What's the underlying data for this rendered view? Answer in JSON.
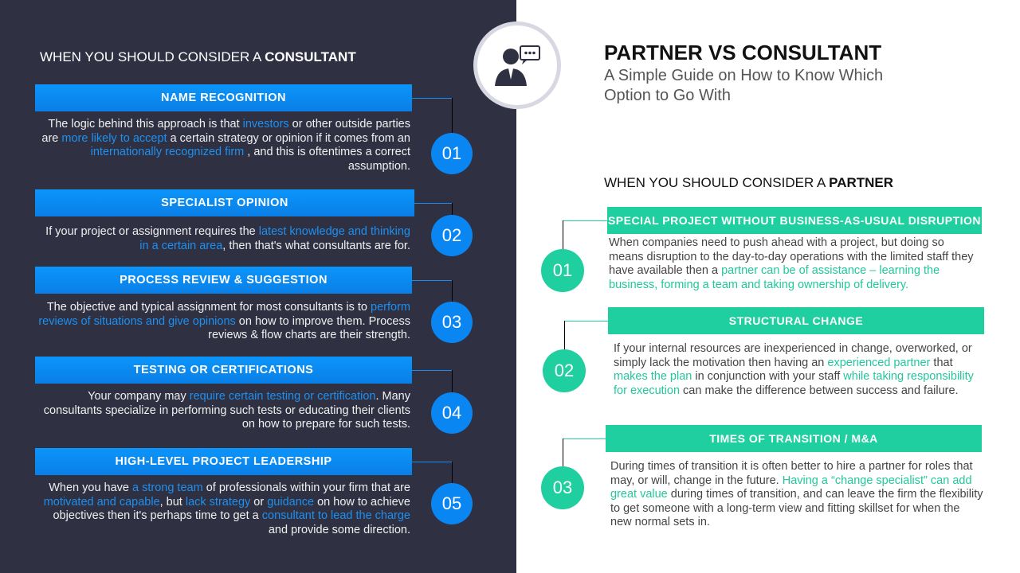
{
  "left": {
    "heading_prefix": "WHEN YOU SHOULD CONSIDER A ",
    "heading_bold": "CONSULTANT",
    "items": [
      {
        "num": "01",
        "title": "NAME RECOGNITION",
        "text": [
          {
            "t": "The logic behind this approach is that "
          },
          {
            "t": "investors",
            "hl": 1
          },
          {
            "t": " or other outside parties are "
          },
          {
            "t": "more likely to accept",
            "hl": 1
          },
          {
            "t": " a certain strategy or opinion if it comes from an "
          },
          {
            "t": "internationally recognized firm",
            "hl": 1
          },
          {
            "t": " , and this is oftentimes a correct assumption."
          }
        ]
      },
      {
        "num": "02",
        "title": "SPECIALIST OPINION",
        "text": [
          {
            "t": "If your project or assignment requires the "
          },
          {
            "t": "latest knowledge and thinking in a certain area",
            "hl": 1
          },
          {
            "t": ", then that's what consultants are for."
          }
        ]
      },
      {
        "num": "03",
        "title": "PROCESS REVIEW & SUGGESTION",
        "text": [
          {
            "t": "The objective and typical assignment for most consultants is to "
          },
          {
            "t": "perform reviews of situations and give opinions",
            "hl": 1
          },
          {
            "t": " on how to improve them.  Process reviews & flow charts are their strength."
          }
        ]
      },
      {
        "num": "04",
        "title": "TESTING OR CERTIFICATIONS",
        "text": [
          {
            "t": "Your company may "
          },
          {
            "t": "require certain testing or certification",
            "hl": 1
          },
          {
            "t": ". Many consultants specialize in performing such tests or educating their clients on how to prepare for such tests."
          }
        ]
      },
      {
        "num": "05",
        "title": "HIGH-LEVEL PROJECT LEADERSHIP",
        "text": [
          {
            "t": "When you have "
          },
          {
            "t": "a strong team",
            "hl": 1
          },
          {
            "t": " of professionals within your firm that are "
          },
          {
            "t": "motivated and capable",
            "hl": 1
          },
          {
            "t": ", but "
          },
          {
            "t": "lack strategy",
            "hl": 1
          },
          {
            "t": " or "
          },
          {
            "t": "guidance",
            "hl": 1
          },
          {
            "t": " on how to achieve objectives then it's perhaps time to get a "
          },
          {
            "t": "consultant to lead the charge",
            "hl": 1
          },
          {
            "t": " and provide some direction."
          }
        ]
      }
    ]
  },
  "header": {
    "title": "PARTNER VS CONSULTANT",
    "subtitle": "A Simple Guide on How to Know Which Option to Go With",
    "icon": "consultant-chat-icon"
  },
  "right": {
    "heading_prefix": "WHEN YOU SHOULD CONSIDER A ",
    "heading_bold": "PARTNER",
    "items": [
      {
        "num": "01",
        "title": "SPECIAL PROJECT WITHOUT BUSINESS-AS-USUAL DISRUPTION",
        "text": [
          {
            "t": "When companies need to push ahead with a project, but doing so means disruption to the day-to-day operations with the limited staff they have available then a "
          },
          {
            "t": "partner can be of assistance – learning the business, forming a team and taking ownership of delivery.",
            "hl": 1
          }
        ]
      },
      {
        "num": "02",
        "title": "STRUCTURAL CHANGE",
        "text": [
          {
            "t": "If your internal resources are inexperienced in change, overworked, or simply lack the motivation then having an "
          },
          {
            "t": "experienced partner",
            "hl": 1
          },
          {
            "t": " that "
          },
          {
            "t": "makes the plan",
            "hl": 1
          },
          {
            "t": " in conjunction with your staff "
          },
          {
            "t": "while taking responsibility for execution",
            "hl": 1
          },
          {
            "t": " can make the difference between success and failure."
          }
        ]
      },
      {
        "num": "03",
        "title": "TIMES OF TRANSITION / M&A",
        "text": [
          {
            "t": "During times of transition it is often better to hire a partner for roles that may, or will, change in the future. "
          },
          {
            "t": "Having a “change specialist” can add great value",
            "hl": 1
          },
          {
            "t": " during times of transition, and can leave the firm the flexibility to get someone with a long-term view and fitting skillset for when the new normal sets in."
          }
        ]
      }
    ]
  },
  "colors": {
    "dark_panel": "#2f3042",
    "blue": "#0a86f2",
    "teal": "#1fcf9f"
  }
}
